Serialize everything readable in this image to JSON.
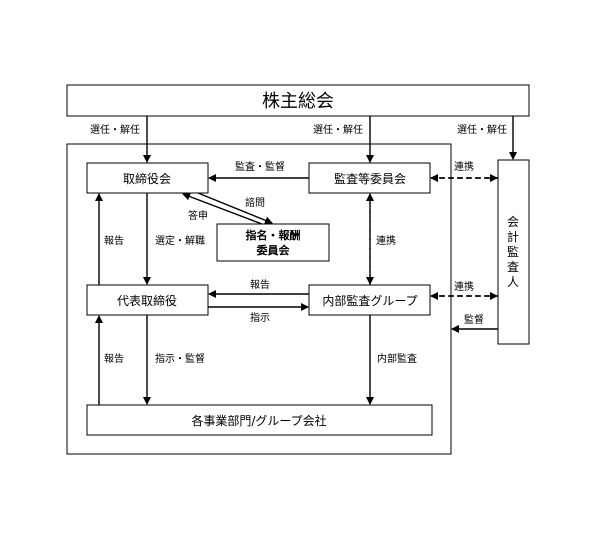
{
  "nodes": {
    "shareholders": "株主総会",
    "board": "取締役会",
    "audit_committee": "監査等委員会",
    "nomination": [
      "指名・報酬",
      "委員会"
    ],
    "representative": "代表取締役",
    "internal_audit": "内部監査グループ",
    "divisions": "各事業部門/グループ会社",
    "accounting_auditor": [
      "会",
      "計",
      "監",
      "査",
      "人"
    ]
  },
  "edges": {
    "elect_left": "選任・解任",
    "elect_mid": "選任・解任",
    "elect_right": "選任・解任",
    "audit_supervise": "監査・監督",
    "consult": "諮問",
    "respond": "答申",
    "report_board": "報告",
    "appoint_dismiss": "選定・解職",
    "link_audit": "連携",
    "link_internal_vertical": "連携",
    "report_rep": "報告",
    "instruct": "指示",
    "link_internal_right": "連携",
    "audit_by_accountant": "監督",
    "report_div": "報告",
    "instruct_supervise": "指示・監督",
    "internal_audit_div": "内部監査"
  }
}
